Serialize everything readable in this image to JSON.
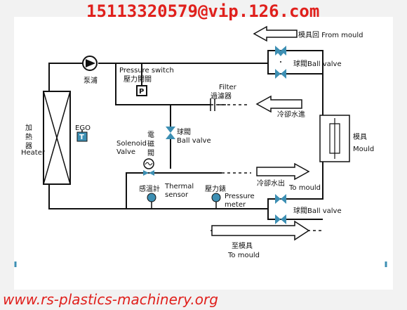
{
  "header": {
    "contact": "15113320579@vip.126.com"
  },
  "footer": {
    "website": "www.rs-plastics-machinery.org"
  },
  "labels": {
    "from_mould": "模具回 From mould",
    "ball_valve_cn_top": "球閥",
    "ball_valve_en_top": "Ball valve",
    "pump_cn": "泵浦",
    "pressure_switch_en": "Pressure switch",
    "pressure_switch_cn": "壓力開關",
    "pressure_switch_symbol": "P",
    "filter_en": "Filter",
    "filter_cn": "過濾器",
    "cooling_water_in_cn": "冷卻水進",
    "heater_cn_1": "加",
    "heater_cn_2": "熱",
    "heater_cn_3": "器",
    "heater_en": "Heater",
    "ego": "EGO",
    "ego_symbol": "T",
    "solenoid_cn_1": "電",
    "solenoid_cn_2": "磁",
    "solenoid_cn_3": "閥",
    "solenoid_en_1": "Solenoid",
    "solenoid_en_2": "Valve",
    "ball_valve_cn_mid": "球閥",
    "ball_valve_en_mid": "Ball valve",
    "mould_cn": "模具",
    "mould_en": "Mould",
    "cooling_water_out_cn": "冷卻水出",
    "to_mould_right": "To mould",
    "thermal_sensor_en_1": "Thermal",
    "thermal_sensor_en_2": "sensor",
    "thermometer_cn": "感溫計",
    "pressure_gauge_cn": "壓力錶",
    "pressure_meter_en_1": "Pressure",
    "pressure_meter_en_2": "meter",
    "ball_valve_cn_bottom": "球閥",
    "ball_valve_en_bottom": "Ball valve",
    "to_mould_bottom_cn": "至模具",
    "to_mould_bottom_en": "To mould"
  }
}
